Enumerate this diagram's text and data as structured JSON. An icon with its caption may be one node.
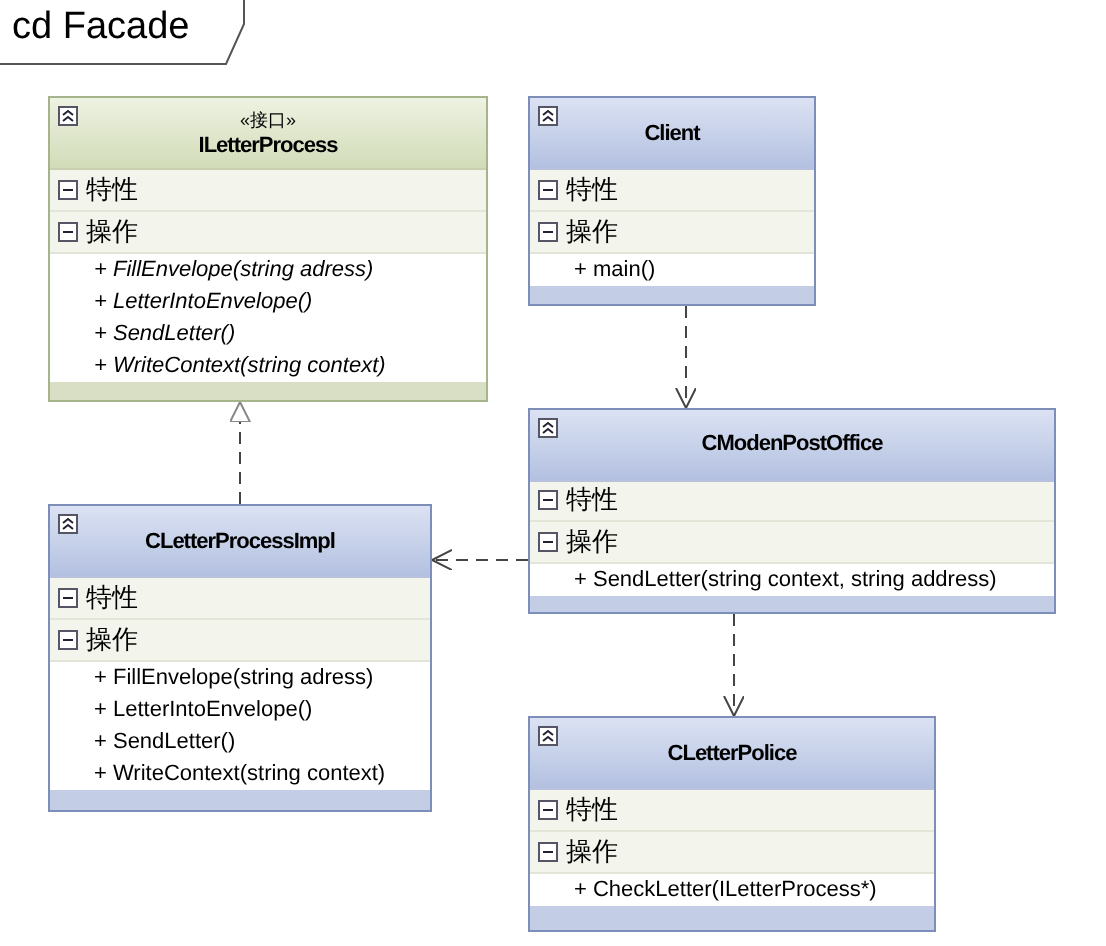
{
  "diagram": {
    "title": "cd Facade",
    "nodes": [
      {
        "text": [
          "«接口»",
          "ILetterProcess",
          "特性",
          "操作",
          "+ FillEnvelope(string adress)",
          "+ LetterIntoEnvelope()",
          "+ SendLetter()",
          "+ WriteContext(string context)"
        ]
      },
      {
        "text": [
          "Client",
          "特性",
          "操作",
          "+ main()"
        ]
      },
      {
        "text": [
          "CModenPostOffice",
          "特性",
          "操作",
          "+ SendLetter(string context, string address)"
        ]
      },
      {
        "text": [
          "CLetterProcessImpl",
          "特性",
          "操作",
          "+ FillEnvelope(string adress)",
          "+ LetterIntoEnvelope()",
          "+ SendLetter()",
          "+ WriteContext(string context)"
        ]
      },
      {
        "text": [
          "CLetterPolice",
          "特性",
          "操作",
          "+ CheckLetter(ILetterProcess*)"
        ]
      }
    ],
    "edges": [
      {
        "from": 3,
        "to": 0,
        "arrow": "to",
        "style": "dashed"
      },
      {
        "from": 1,
        "to": 2,
        "arrow": "to",
        "style": "dashed"
      },
      {
        "from": 2,
        "to": 3,
        "arrow": "to",
        "style": "dashed"
      },
      {
        "from": 2,
        "to": 4,
        "arrow": "to",
        "style": "dashed"
      }
    ]
  }
}
